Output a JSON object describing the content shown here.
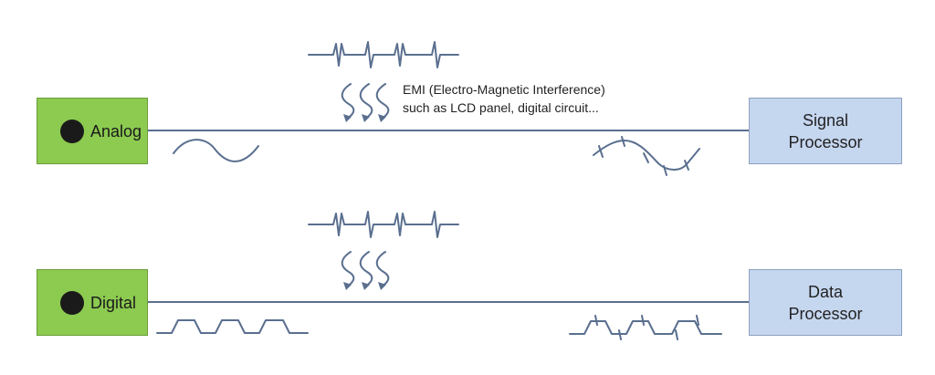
{
  "analog": {
    "source_label": "Analog",
    "processor_label_line1": "Signal",
    "processor_label_line2": "Processor"
  },
  "digital": {
    "source_label": "Digital",
    "processor_label_line1": "Data",
    "processor_label_line2": "Processor"
  },
  "emi": {
    "line1": "EMI (Electro-Magnetic Interference)",
    "line2": "such as LCD panel, digital circuit..."
  },
  "colors": {
    "source_fill": "#8cca50",
    "processor_fill": "#c5d6ef",
    "wire": "#5a6f8f"
  }
}
